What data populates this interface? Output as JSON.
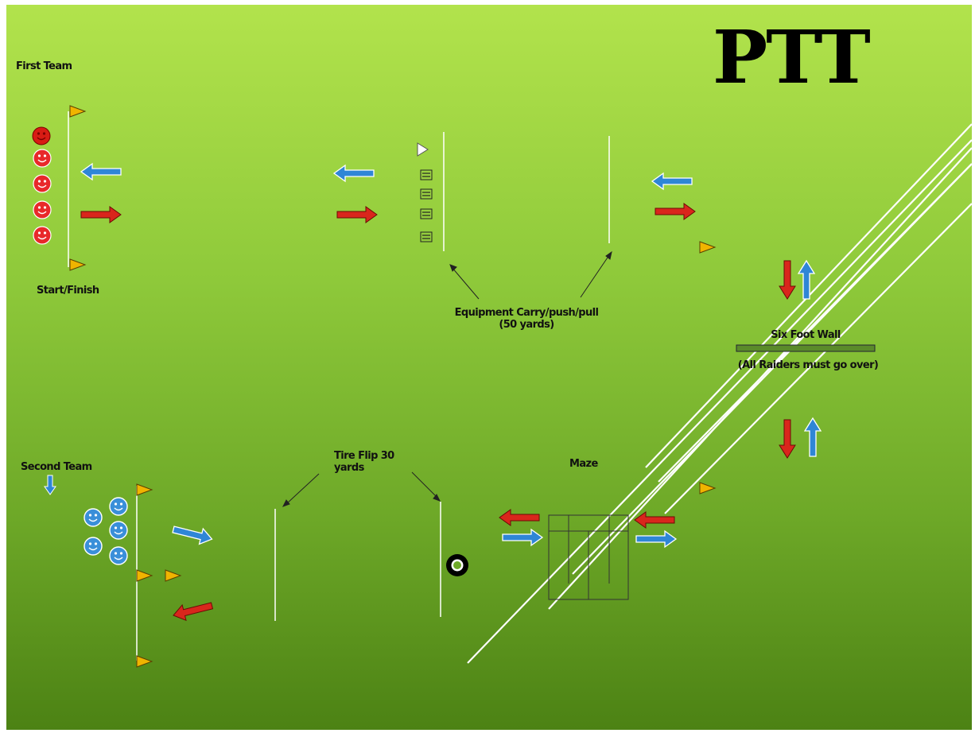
{
  "slide": {
    "title": "PTT",
    "labels": {
      "first_team": "First Team",
      "start_finish": "Start/Finish",
      "equipment_line1": "Equipment Carry/push/pull",
      "equipment_line2": "(50 yards)",
      "six_foot_wall": "Six Foot Wall",
      "wall_note": "(All Raiders must go over)",
      "second_team": "Second Team",
      "tire_flip_line1": "Tire Flip 30",
      "tire_flip_line2": "yards",
      "maze": "Maze"
    }
  },
  "colors": {
    "background_top": "#b2e34c",
    "background_bottom": "#4c8214",
    "red_arrow": "#d9261c",
    "blue_arrow": "#2f86d6",
    "cone": "#f0b400",
    "red_team": "#e8292a",
    "blue_team": "#3a8fd9",
    "wall": "#5a8a2a"
  },
  "icons": {
    "team_member": "smiley-face-icon",
    "cone": "cone-flag-icon",
    "arrow": "arrow-icon",
    "tire": "tire-icon",
    "equipment": "equipment-bar-icon"
  }
}
